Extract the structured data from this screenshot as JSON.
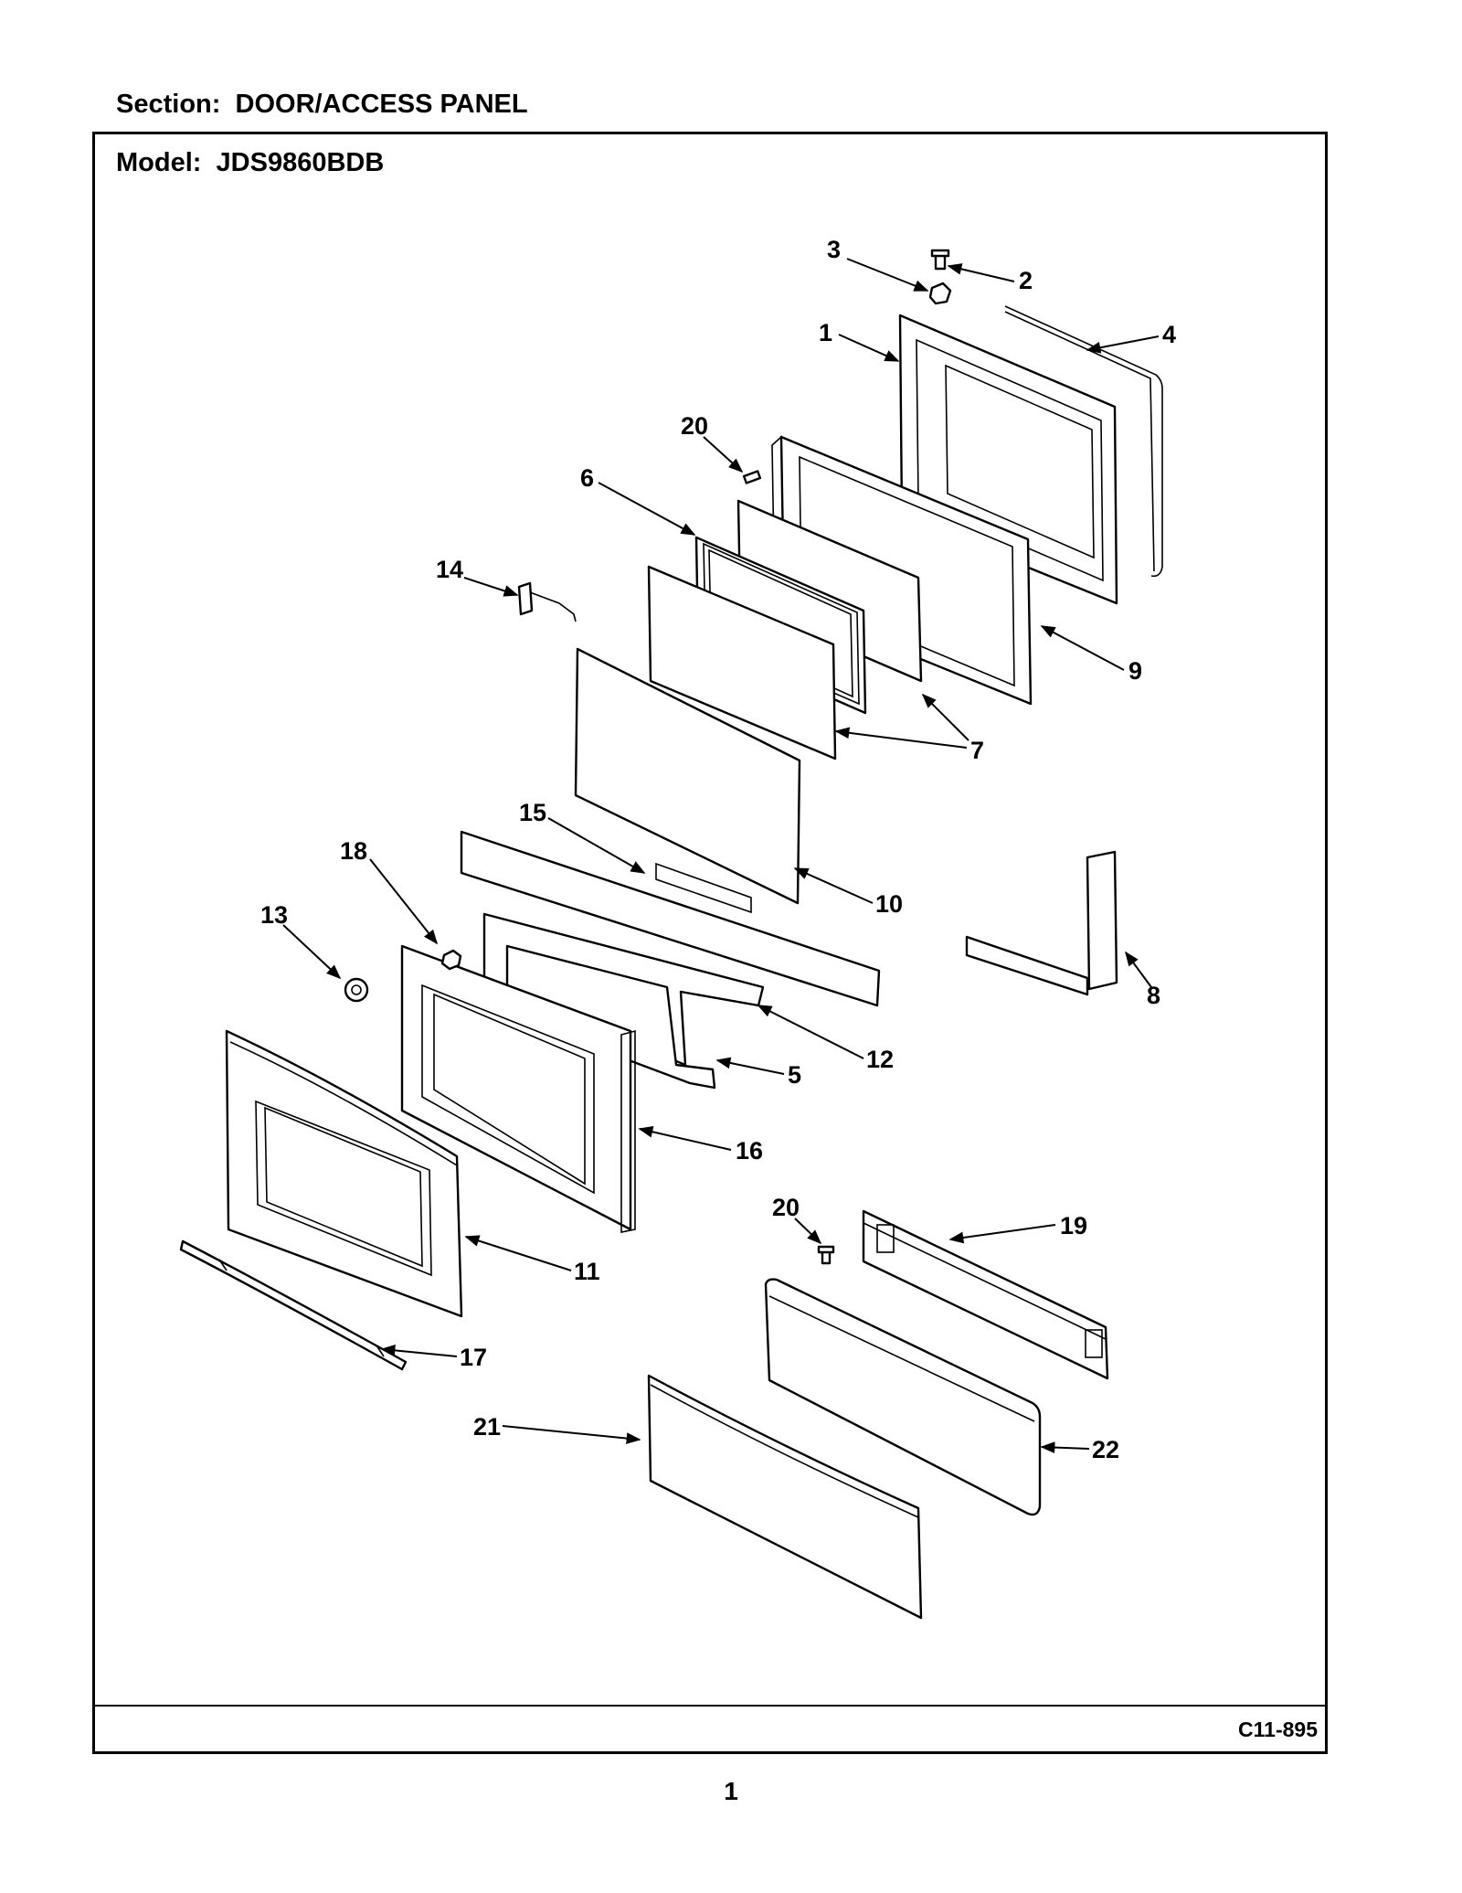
{
  "header": {
    "section_label": "Section:  DOOR/ACCESS PANEL",
    "model_label": "Model:  JDS9860BDB"
  },
  "footer": {
    "drawing_code": "C11-895",
    "page_number": "1"
  },
  "callouts": {
    "c1": "1",
    "c2": "2",
    "c3": "3",
    "c4": "4",
    "c5": "5",
    "c6": "6",
    "c7": "7",
    "c8": "8",
    "c9": "9",
    "c10": "10",
    "c11": "11",
    "c12": "12",
    "c13": "13",
    "c14": "14",
    "c15": "15",
    "c16": "16",
    "c17": "17",
    "c18": "18",
    "c19": "19",
    "c20a": "20",
    "c20b": "20",
    "c21": "21",
    "c22": "22"
  }
}
